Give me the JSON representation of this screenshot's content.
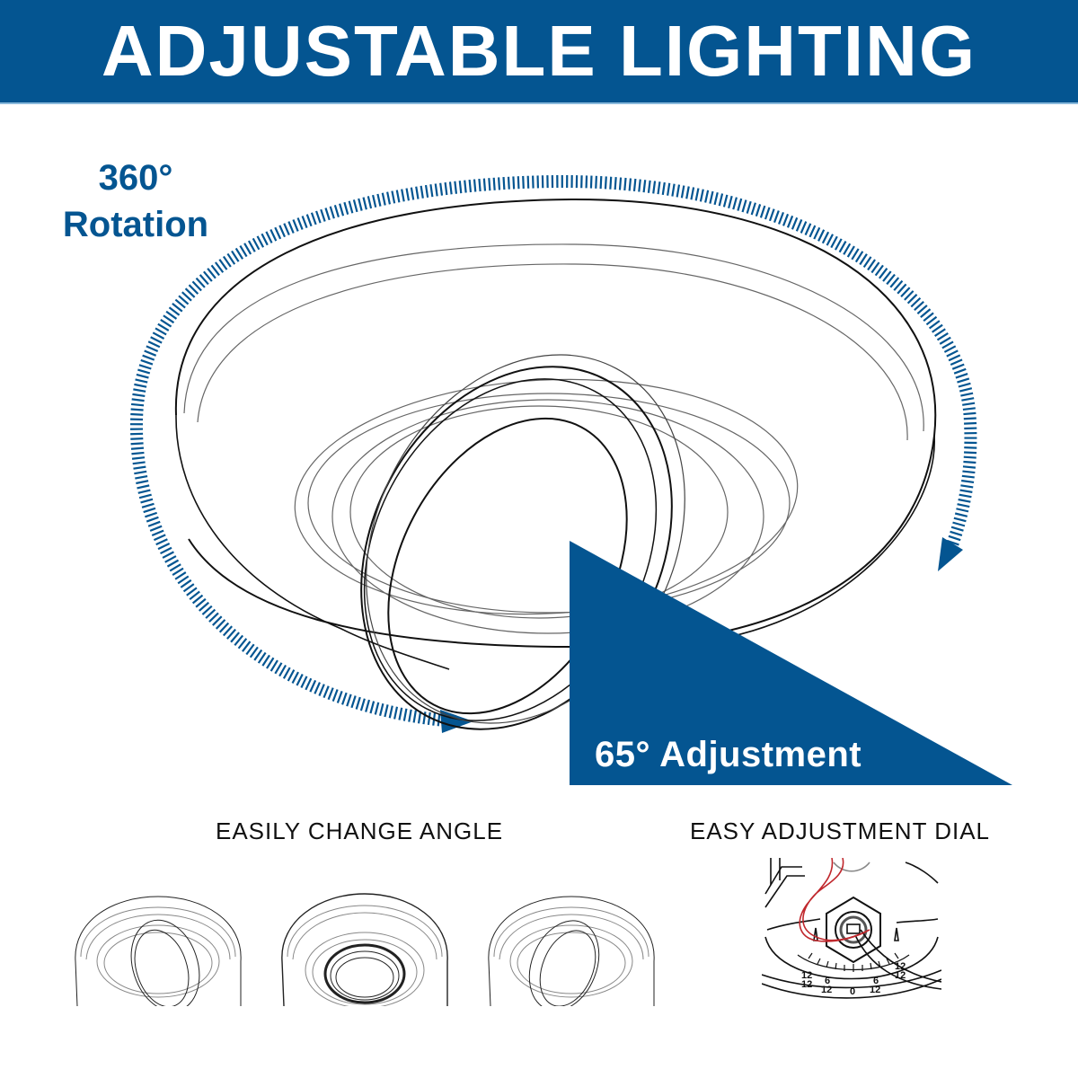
{
  "header": {
    "title": "ADJUSTABLE LIGHTING"
  },
  "rotation": {
    "degrees": "360°",
    "label": "Rotation"
  },
  "adjustment": {
    "label": "65° Adjustment"
  },
  "sections": {
    "change_angle": {
      "caption": "EASILY CHANGE ANGLE",
      "thumbnails": [
        "tilt-left",
        "straight-down",
        "tilt-right"
      ]
    },
    "dial": {
      "caption": "EASY ADJUSTMENT DIAL",
      "scale_labels": [
        "12",
        "6",
        "0",
        "6",
        "12"
      ],
      "scale_sub": [
        "12",
        "12",
        "",
        "12",
        "12"
      ]
    }
  },
  "colors": {
    "brand_blue": "#045591",
    "banner_border": "#8ab9dc",
    "wire_red": "#c0282d",
    "line": "#111111"
  }
}
